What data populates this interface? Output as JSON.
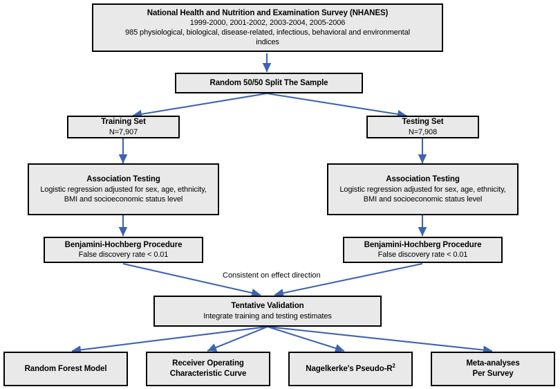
{
  "diagram": {
    "title": "NHANES analysis workflow flowchart",
    "colors": {
      "arrow": "#3d63b0",
      "box_fill": "#e9e9e9",
      "box_border": "#000000",
      "text": "#000000",
      "background": "#ffffff"
    },
    "nodes": {
      "source": {
        "title": "National Health and Nutrition and Examination Survey (NHANES)",
        "line2": "1999-2000, 2001-2002, 2003-2004, 2005-2006",
        "line3": "985  physiological, biological, disease-related, infectious, behavioral and environmental",
        "line4": "indices"
      },
      "split": {
        "title": "Random 50/50 Split The Sample"
      },
      "training_set": {
        "title": "Training Set",
        "n": "N=7,907"
      },
      "testing_set": {
        "title": "Testing Set",
        "n": "N=7,908"
      },
      "assoc_left": {
        "title": "Association Testing",
        "line2": "Logistic regression adjusted for sex, age, ethnicity,",
        "line3": "BMI and socioeconomic status level"
      },
      "assoc_right": {
        "title": "Association Testing",
        "line2": "Logistic regression adjusted for sex, age, ethnicity,",
        "line3": "BMI and socioeconomic status level"
      },
      "bh_left": {
        "title": "Benjamini-Hochberg Procedure",
        "line2": "False discovery rate < 0.01"
      },
      "bh_right": {
        "title": "Benjamini-Hochberg Procedure",
        "line2": "False discovery rate < 0.01"
      },
      "validation": {
        "title": "Tentative Validation",
        "line2": "Integrate training and testing estimates"
      },
      "random_forest": {
        "title": "Random Forest Model"
      },
      "roc": {
        "line1": "Receiver Operating",
        "line2": "Characteristic Curve"
      },
      "nagelkerke": {
        "title_prefix": "Nagelkerke's Pseudo-R",
        "title_sup": "2"
      },
      "meta": {
        "line1": "Meta-analyses",
        "line2": "Per Survey"
      }
    },
    "edge_labels": {
      "consistent_direction": "Consistent on effect direction"
    }
  }
}
